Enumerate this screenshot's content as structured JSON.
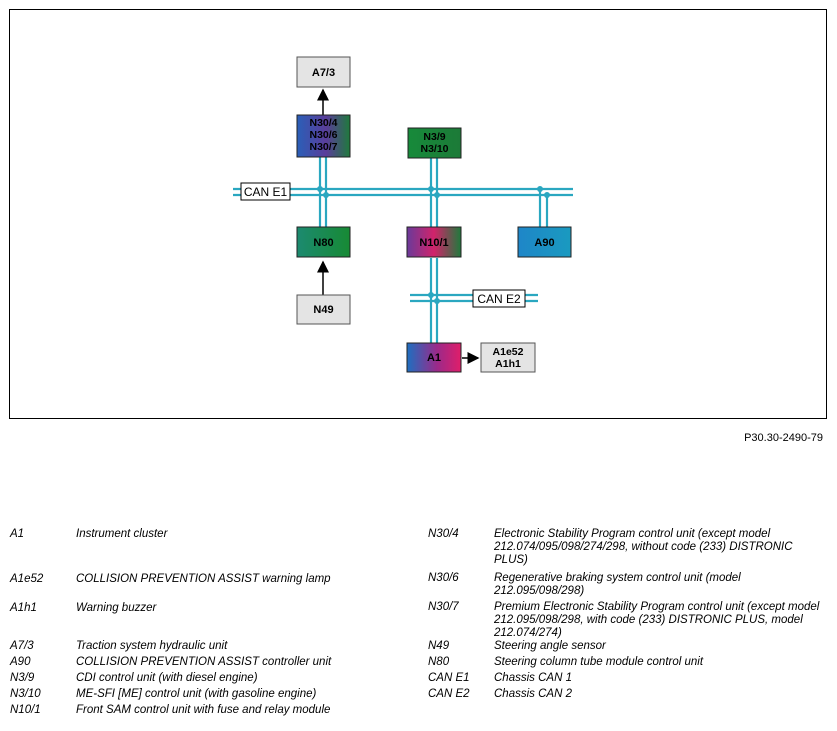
{
  "diagram": {
    "nodes": {
      "a7_3": "A7/3",
      "n30": [
        "N30/4",
        "N30/6",
        "N30/7"
      ],
      "n3": [
        "N3/9",
        "N3/10"
      ],
      "n80": "N80",
      "n10_1": "N10/1",
      "a90": "A90",
      "n49": "N49",
      "a1": "A1",
      "a1e52_a1h1": [
        "A1e52",
        "A1h1"
      ]
    },
    "bus_labels": {
      "can_e1": "CAN E1",
      "can_e2": "CAN E2"
    },
    "colors": {
      "bus": "#2aa7c0",
      "gray_box": "#e4e4e4",
      "green": "#1a8a3a",
      "blue": "#1e86c8",
      "magenta": "#d1236a",
      "purple": "#6a3a9a"
    }
  },
  "figure_id": "P30.30-2490-79",
  "legend": {
    "left": [
      {
        "code": "A1",
        "desc": "Instrument cluster"
      },
      {
        "code": "A1e52",
        "desc": "COLLISION PREVENTION ASSIST warning lamp"
      },
      {
        "code": "A1h1",
        "desc": "Warning buzzer"
      },
      {
        "code": "A7/3",
        "desc": "Traction system hydraulic unit"
      },
      {
        "code": "A90",
        "desc": "COLLISION PREVENTION ASSIST controller unit"
      },
      {
        "code": "N3/9",
        "desc": "CDI control unit (with diesel engine)"
      },
      {
        "code": "N3/10",
        "desc": "ME-SFI [ME] control unit (with gasoline engine)"
      },
      {
        "code": "N10/1",
        "desc": "Front SAM control unit with fuse and relay module"
      }
    ],
    "right": [
      {
        "code": "N30/4",
        "desc": "Electronic Stability Program control unit (except model 212.074/095/098/274/298, without code (233) DISTRONIC PLUS)"
      },
      {
        "code": "N30/6",
        "desc": "Regenerative braking system control unit (model 212.095/098/298)"
      },
      {
        "code": "N30/7",
        "desc": "Premium Electronic Stability Program control unit (except model 212.095/098/298, with code (233) DISTRONIC PLUS, model 212.074/274)"
      },
      {
        "code": "N49",
        "desc": "Steering angle sensor"
      },
      {
        "code": "N80",
        "desc": "Steering column tube module control unit"
      },
      {
        "code": "CAN E1",
        "desc": "Chassis CAN 1"
      },
      {
        "code": "CAN E2",
        "desc": "Chassis CAN 2"
      }
    ]
  }
}
